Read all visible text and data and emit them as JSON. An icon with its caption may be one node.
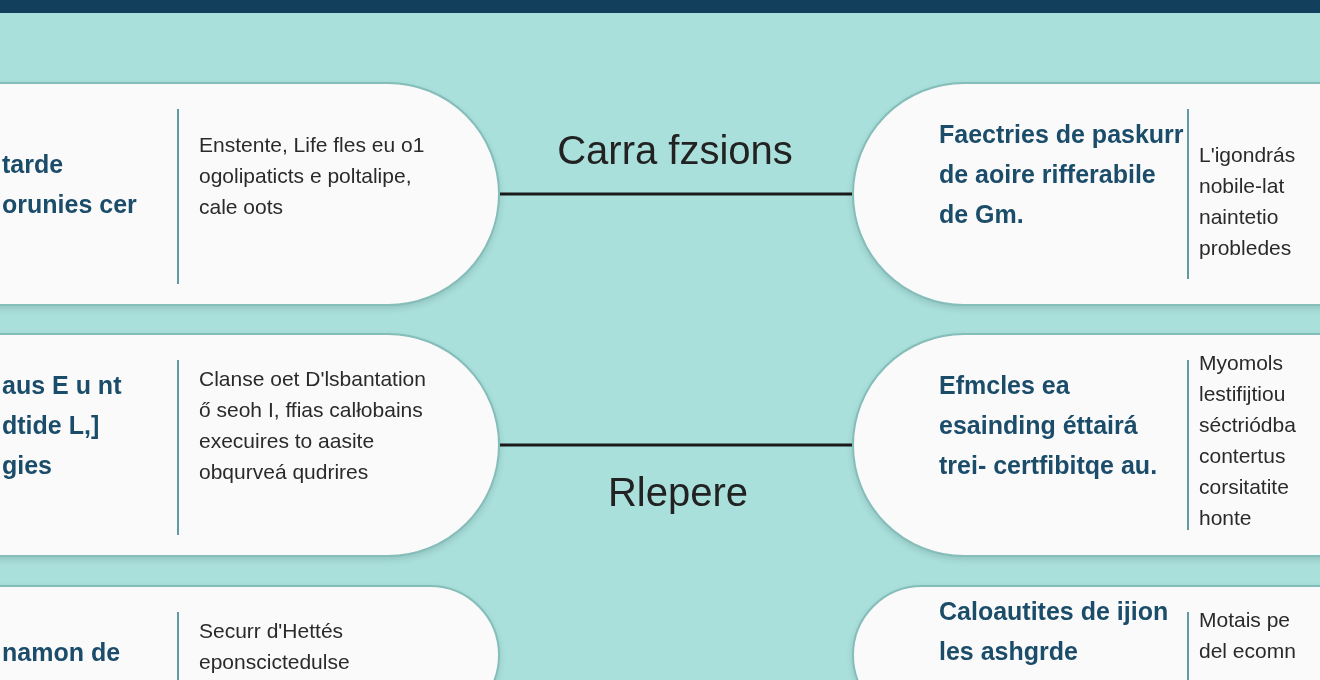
{
  "diagram": {
    "nodes": [
      {
        "text": [
          "tarde orunies cer",
          "Enstente, Life fles eu o1 ogolipaticts e poltalipe, cale oots"
        ]
      },
      {
        "text": [
          "Faectries de paskurr de aoire rifferabile de Gm.",
          "L'igondrás nobile-lat naintetio probledes"
        ]
      },
      {
        "text": [
          "aus E u nt dtide L,] gies",
          "Clanse oet D'lsbantation ő seoh I, ffias calłobains execuires to aasite obqurveá qudrires"
        ]
      },
      {
        "text": [
          "Efmcles ea esainding éttairá trei- certfibitqe au.",
          "Myomols lestifijtiou séctriódba contertus corsitatite honte"
        ]
      },
      {
        "text": [
          "namon de",
          "Securr d'Hettés eponscictedulse"
        ]
      },
      {
        "text": [
          "Caloautites de ijion les ashgrde",
          "Motais pe del ecomn"
        ]
      }
    ],
    "edges": [
      {
        "from": 0,
        "to": 1,
        "arrow": "none"
      },
      {
        "from": 2,
        "to": 3,
        "arrow": "none"
      }
    ],
    "labels": [
      "Carra fzsions",
      "Rlepere"
    ]
  }
}
